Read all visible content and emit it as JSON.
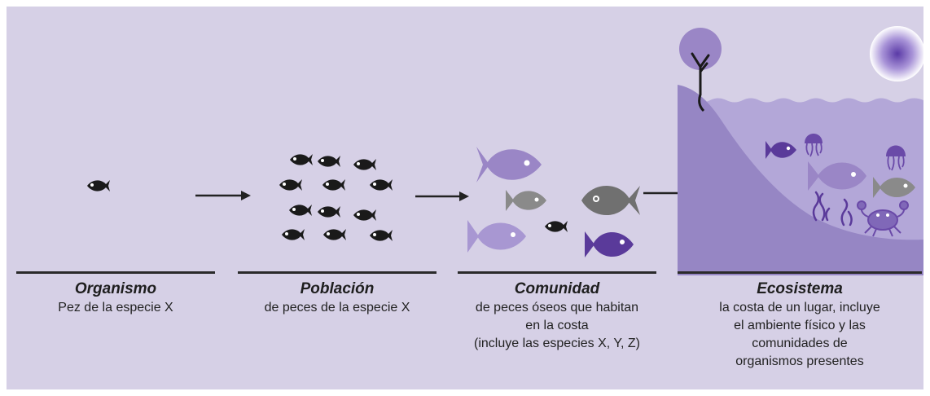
{
  "stages": [
    {
      "title": "Organismo",
      "description": "Pez de la especie X"
    },
    {
      "title": "Población",
      "description": "de peces de la especie X"
    },
    {
      "title": "Comunidad",
      "description": "de peces óseos que habitan\nen la costa\n(incluye las especies X, Y, Z)"
    },
    {
      "title": "Ecosistema",
      "description": "la costa de un lugar, incluye\nel ambiente físico y las\ncomunidades de\norganismos presentes"
    }
  ],
  "colors": {
    "background": "#d6d0e6",
    "fish_black": "#1a1a1a",
    "fish_purple_light": "#9a86c6",
    "fish_purple_dark": "#5a3a9a",
    "fish_gray": "#8a8a8a",
    "water": "#a99cd0",
    "land": "#9889c4"
  },
  "icons": [
    "fish-icon",
    "arrow-icon",
    "tree-icon",
    "sun-icon",
    "jellyfish-icon",
    "seaweed-icon",
    "crab-icon"
  ]
}
